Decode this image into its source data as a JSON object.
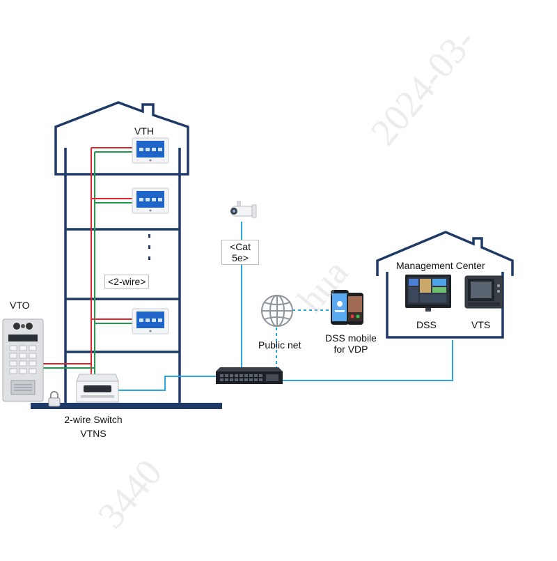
{
  "labels": {
    "vth": "VTH",
    "vto": "VTO",
    "two_wire": "<2-wire>",
    "switch_line1": "2-wire Switch",
    "switch_line2": "VTNS",
    "cat_line1": "<Cat",
    "cat_line2": "5e>",
    "public_net": "Public net",
    "dss_mobile_line1": "DSS mobile",
    "dss_mobile_line2": "for VDP",
    "management_center": "Management Center",
    "dss": "DSS",
    "vts": "VTS"
  },
  "watermark": {
    "text_a": "2024-03-",
    "text_b": "hua",
    "text_c": "3440"
  },
  "colors": {
    "building_outline": "#1f3a66",
    "cable_blue": "#2aa7e0",
    "wire_red": "#d9262c",
    "wire_green": "#1f9a4a"
  },
  "icons": {
    "camera": "bullet-camera-icon",
    "globe": "globe-icon",
    "phone": "smartphone-icon",
    "switch": "network-switch-icon",
    "vto": "door-station-icon",
    "vth": "indoor-monitor-icon"
  }
}
